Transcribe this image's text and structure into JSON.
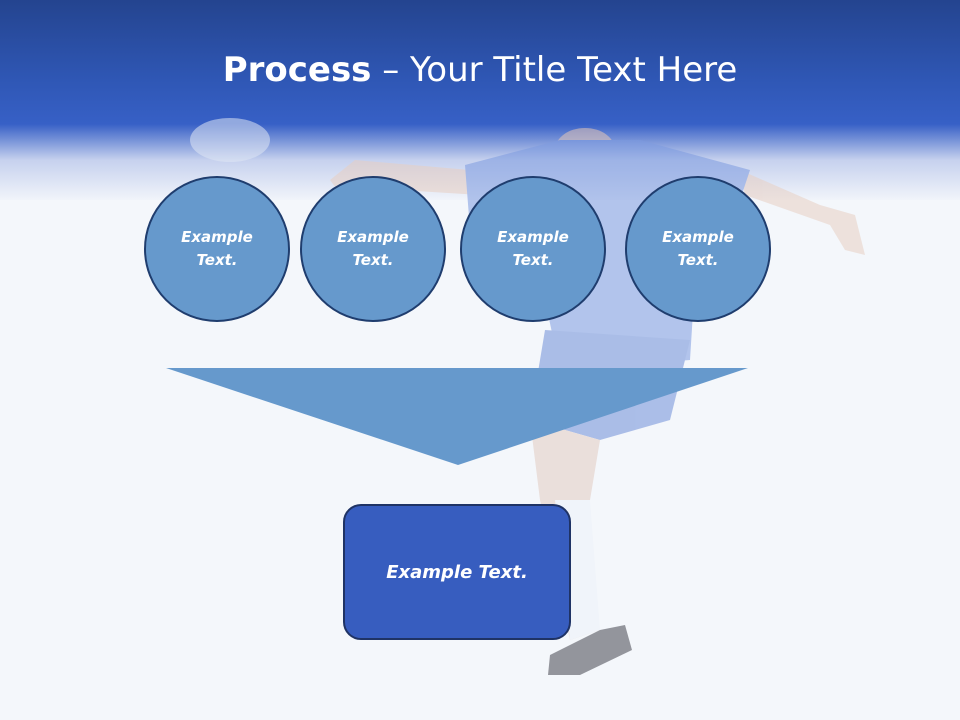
{
  "title": {
    "bold": "Process",
    "rest": " – Your Title Text Here"
  },
  "steps": [
    {
      "label": "Example Text."
    },
    {
      "label": "Example Text."
    },
    {
      "label": "Example Text."
    },
    {
      "label": "Example Text."
    }
  ],
  "result": {
    "label": "Example Text."
  },
  "colors": {
    "header": "#2f57b5",
    "circle_fill": "#6699cc",
    "circle_border": "#1f3d6e",
    "arrow": "#6699cc",
    "result_fill": "#375dbf"
  },
  "background_image": {
    "subject": "soccer-player-kicking-ball"
  }
}
